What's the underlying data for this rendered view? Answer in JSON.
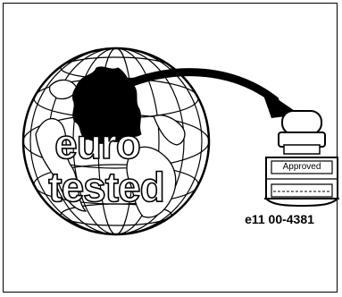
{
  "globe": {
    "line1": "euro",
    "line2": "tested"
  },
  "stamp": {
    "label": "Approved",
    "code": "e11 00-4381"
  },
  "colors": {
    "ink": "#000000",
    "paper": "#ffffff"
  }
}
